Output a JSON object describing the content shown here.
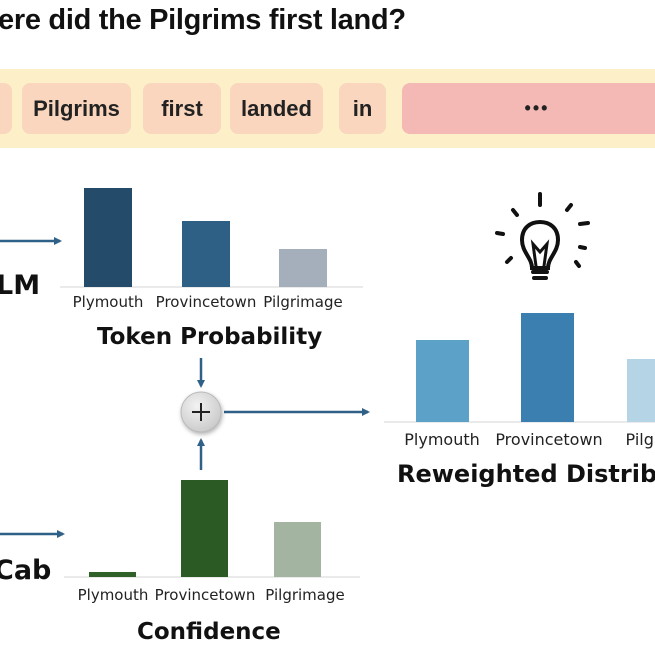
{
  "question": "ere did the Pilgrims first land?",
  "tokens": [
    {
      "label": ""
    },
    {
      "label": "Pilgrims"
    },
    {
      "label": "first"
    },
    {
      "label": "landed"
    },
    {
      "label": "in"
    },
    {
      "label": "•••"
    }
  ],
  "colors": {
    "band": "#fdf0c9",
    "chip": "#f9d6bd",
    "chip_ellipsis": "#f4b9b5",
    "arrow": "#2e6088"
  },
  "left_labels": {
    "top": "LM",
    "bottom": "Cab"
  },
  "operator": "+",
  "icons": {
    "idea": "lightbulb-icon"
  },
  "chart_data": [
    {
      "type": "bar",
      "title": "Token Probability",
      "categories": [
        "Plymouth",
        "Provincetown",
        "Pilgrimage"
      ],
      "values": [
        99,
        66,
        38
      ],
      "colors": [
        "#244b6a",
        "#2e5f84",
        "#a4afbb"
      ],
      "ylim": [
        0,
        100
      ]
    },
    {
      "type": "bar",
      "title": "Confidence",
      "categories": [
        "Plymouth",
        "Provincetown",
        "Pilgrimage"
      ],
      "values": [
        5,
        97,
        55
      ],
      "colors": [
        "#2f6129",
        "#2b5a24",
        "#a3b5a0"
      ],
      "ylim": [
        0,
        100
      ]
    },
    {
      "type": "bar",
      "title": "Reweighted Distribut",
      "categories": [
        "Plymouth",
        "Provincetown",
        "Pilgr"
      ],
      "values": [
        82,
        109,
        63
      ],
      "colors": [
        "#5ba1c8",
        "#3a7fb0",
        "#b5d4e5"
      ],
      "ylim": [
        0,
        110
      ]
    }
  ]
}
